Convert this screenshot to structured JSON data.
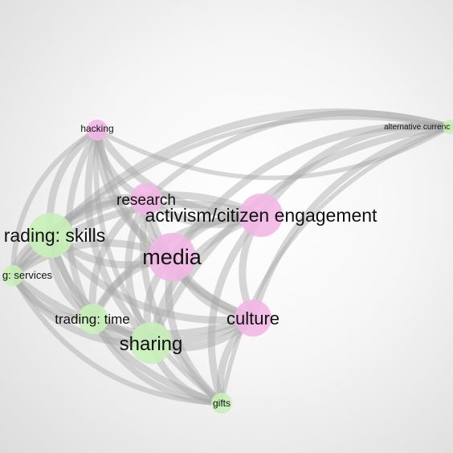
{
  "graph": {
    "type": "network",
    "colors": {
      "theme_node": "#f2b8e6",
      "trading_node": "#c8f0b8",
      "edge": "#a8a8a8",
      "label": "#111111"
    },
    "nodes": [
      {
        "id": "hacking",
        "label": "hacking",
        "group": "theme"
      },
      {
        "id": "alternative_currency",
        "label": "alternative currenc",
        "group": "trading"
      },
      {
        "id": "research",
        "label": "research",
        "group": "theme"
      },
      {
        "id": "activism",
        "label": "activism/citizen engagement",
        "group": "theme"
      },
      {
        "id": "trading_skills",
        "label": "rading: skills",
        "group": "trading"
      },
      {
        "id": "media",
        "label": "media",
        "group": "theme"
      },
      {
        "id": "trading_services",
        "label": "g: services",
        "group": "trading"
      },
      {
        "id": "trading_time",
        "label": "trading: time",
        "group": "trading"
      },
      {
        "id": "sharing",
        "label": "sharing",
        "group": "trading"
      },
      {
        "id": "culture",
        "label": "culture",
        "group": "theme"
      },
      {
        "id": "gifts",
        "label": "gifts",
        "group": "trading"
      }
    ],
    "edges": [
      [
        "hacking",
        "alternative_currency"
      ],
      [
        "hacking",
        "research"
      ],
      [
        "hacking",
        "activism"
      ],
      [
        "hacking",
        "trading_skills"
      ],
      [
        "hacking",
        "media"
      ],
      [
        "hacking",
        "trading_services"
      ],
      [
        "hacking",
        "trading_time"
      ],
      [
        "hacking",
        "sharing"
      ],
      [
        "hacking",
        "culture"
      ],
      [
        "hacking",
        "gifts"
      ],
      [
        "alternative_currency",
        "research"
      ],
      [
        "alternative_currency",
        "activism"
      ],
      [
        "alternative_currency",
        "trading_skills"
      ],
      [
        "alternative_currency",
        "media"
      ],
      [
        "alternative_currency",
        "trading_services"
      ],
      [
        "alternative_currency",
        "culture"
      ],
      [
        "alternative_currency",
        "sharing"
      ],
      [
        "alternative_currency",
        "gifts"
      ],
      [
        "research",
        "activism"
      ],
      [
        "research",
        "trading_skills"
      ],
      [
        "research",
        "media"
      ],
      [
        "research",
        "trading_services"
      ],
      [
        "research",
        "trading_time"
      ],
      [
        "research",
        "sharing"
      ],
      [
        "research",
        "culture"
      ],
      [
        "research",
        "gifts"
      ],
      [
        "activism",
        "trading_skills"
      ],
      [
        "activism",
        "media"
      ],
      [
        "activism",
        "trading_services"
      ],
      [
        "activism",
        "trading_time"
      ],
      [
        "activism",
        "sharing"
      ],
      [
        "activism",
        "culture"
      ],
      [
        "activism",
        "gifts"
      ],
      [
        "trading_skills",
        "media"
      ],
      [
        "trading_skills",
        "trading_services"
      ],
      [
        "trading_skills",
        "trading_time"
      ],
      [
        "trading_skills",
        "sharing"
      ],
      [
        "trading_skills",
        "culture"
      ],
      [
        "trading_skills",
        "gifts"
      ],
      [
        "media",
        "trading_services"
      ],
      [
        "media",
        "trading_time"
      ],
      [
        "media",
        "sharing"
      ],
      [
        "media",
        "culture"
      ],
      [
        "media",
        "gifts"
      ],
      [
        "trading_services",
        "trading_time"
      ],
      [
        "trading_services",
        "sharing"
      ],
      [
        "trading_services",
        "culture"
      ],
      [
        "trading_services",
        "gifts"
      ],
      [
        "trading_time",
        "sharing"
      ],
      [
        "trading_time",
        "culture"
      ],
      [
        "trading_time",
        "gifts"
      ],
      [
        "sharing",
        "culture"
      ],
      [
        "sharing",
        "gifts"
      ],
      [
        "culture",
        "gifts"
      ]
    ]
  }
}
